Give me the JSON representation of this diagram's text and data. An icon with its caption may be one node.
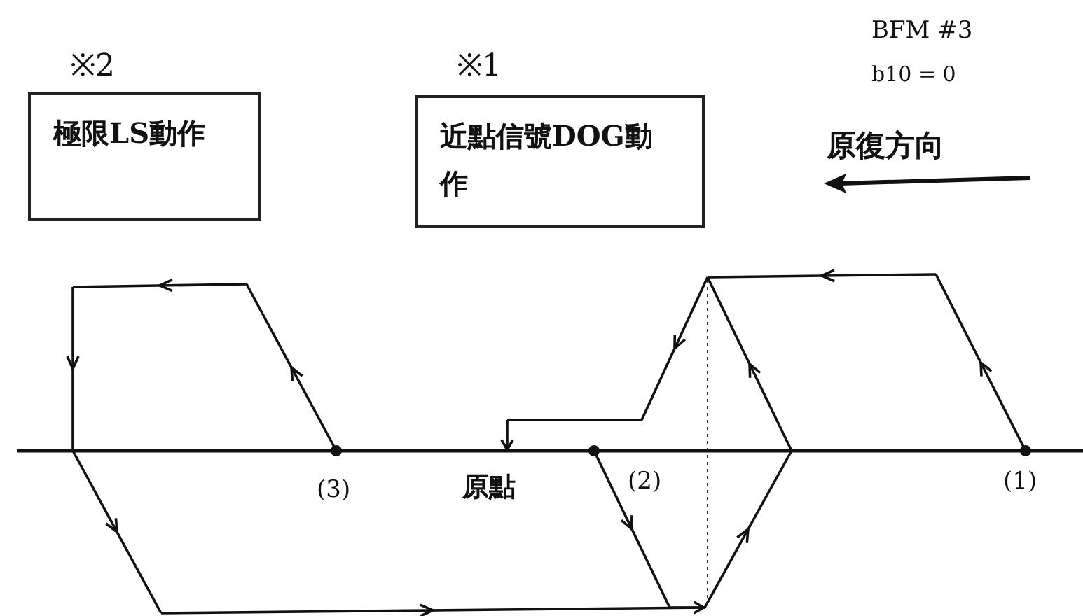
{
  "diagram": {
    "nodes": [
      {
        "text": [
          "※2",
          "極限LS動作"
        ]
      },
      {
        "text": [
          "※1",
          "近點信號DOG動作"
        ]
      }
    ],
    "labels": [
      "BFM  #3",
      "b10 = 0",
      "原復方向",
      "(3)",
      "原點",
      "(2)",
      "(1)"
    ]
  }
}
